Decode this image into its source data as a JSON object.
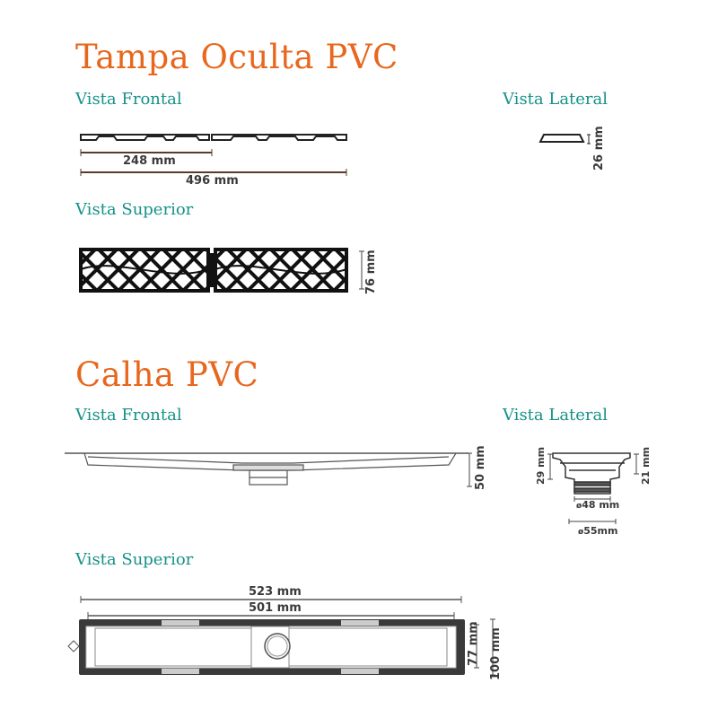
{
  "sections": {
    "tampa": {
      "title": "Tampa Oculta PVC",
      "frontal": "Vista Frontal",
      "lateral": "Vista Lateral",
      "superior": "Vista Superior",
      "dims": {
        "half_length": "248 mm",
        "full_length": "496 mm",
        "height": "26 mm",
        "width": "76 mm"
      }
    },
    "calha": {
      "title": "Calha PVC",
      "frontal": "Vista Frontal",
      "lateral": "Vista Lateral",
      "superior": "Vista Superior",
      "dims": {
        "height": "50 mm",
        "side_left": "29 mm",
        "side_right": "21 mm",
        "outlet_inner": "48 mm",
        "outlet_outer": "55mm",
        "outer_length": "523 mm",
        "inner_length": "501 mm",
        "inner_width": "77 mm",
        "outer_width": "100 mm"
      }
    }
  },
  "colors": {
    "title": "#e8671d",
    "view_label": "#159189",
    "dimension_line": "#5b3a2a"
  }
}
